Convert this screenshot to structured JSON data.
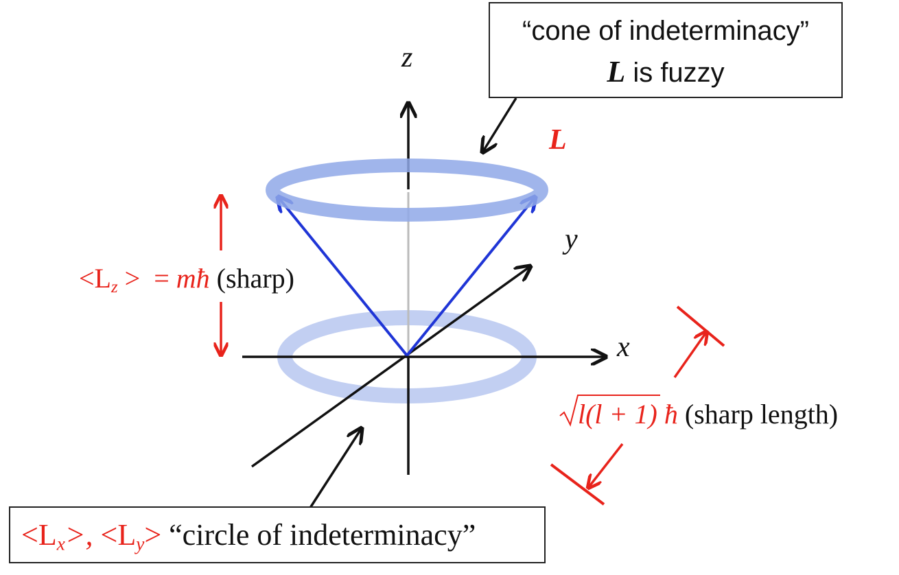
{
  "axes": {
    "x_label": "x",
    "y_label": "y",
    "z_label": "z"
  },
  "vector_label": "L",
  "cone_callout": {
    "line1": "“cone of indeterminacy”",
    "line2_symbol": "L",
    "line2_text": " is fuzzy"
  },
  "lz_annotation": {
    "expr_open": "<L",
    "expr_sub": "z",
    "expr_close": " >  = ",
    "expr_m": "m",
    "expr_hbar": "ħ",
    "note": " (sharp)"
  },
  "length_annotation": {
    "radicand": "l(l + 1)",
    "hbar": " ħ",
    "note": " (sharp length)"
  },
  "circle_callout": {
    "lx_open": "<L",
    "lx_sub": "x",
    "lx_close": ">, ",
    "ly_open": "<L",
    "ly_sub": "y",
    "ly_close": ">",
    "text": " “circle of indeterminacy”"
  },
  "colors": {
    "axis": "#111111",
    "vector": "#1f35d6",
    "ring": "#8fa8e8",
    "annotation": "#e8231b"
  }
}
